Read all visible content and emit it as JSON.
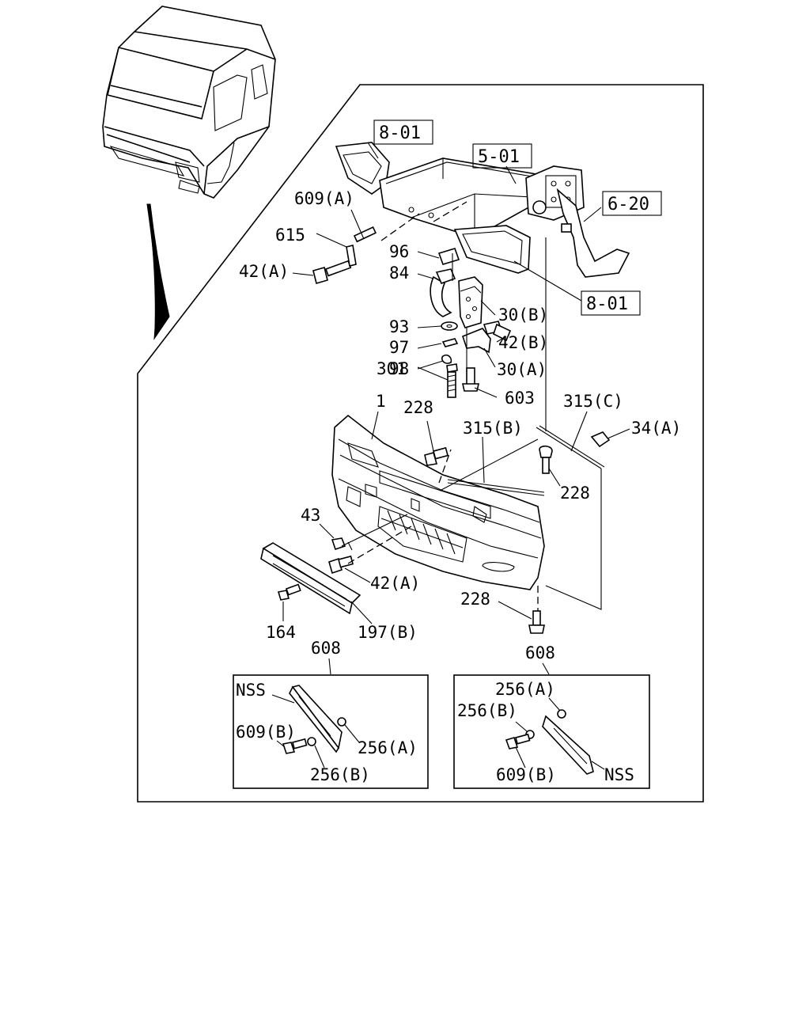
{
  "callouts": {
    "ref_801_top": "8-01",
    "ref_501": "5-01",
    "ref_620": "6-20",
    "ref_801_right": "8-01",
    "p609a": "609(A)",
    "p615": "615",
    "p42a_top": "42(A)",
    "p96": "96",
    "p84": "84",
    "p30b": "30(B)",
    "p93": "93",
    "p97": "97",
    "p42b": "42(B)",
    "p98": "98",
    "p301": "301",
    "p30a": "30(A)",
    "p603": "603",
    "p1": "1",
    "p228_top": "228",
    "p315b": "315(B)",
    "p315c": "315(C)",
    "p34a": "34(A)",
    "p228_right": "228",
    "p43": "43",
    "p42a_bottom": "42(A)",
    "p228_bottom": "228",
    "p164": "164",
    "p197b": "197(B)",
    "p608_left": "608",
    "p608_right": "608"
  },
  "inset_left": {
    "nss": "NSS",
    "p609b": "609(B)",
    "p256a": "256(A)",
    "p256b": "256(B)"
  },
  "inset_right": {
    "p256a": "256(A)",
    "p256b": "256(B)",
    "p609b": "609(B)",
    "nss": "NSS"
  }
}
